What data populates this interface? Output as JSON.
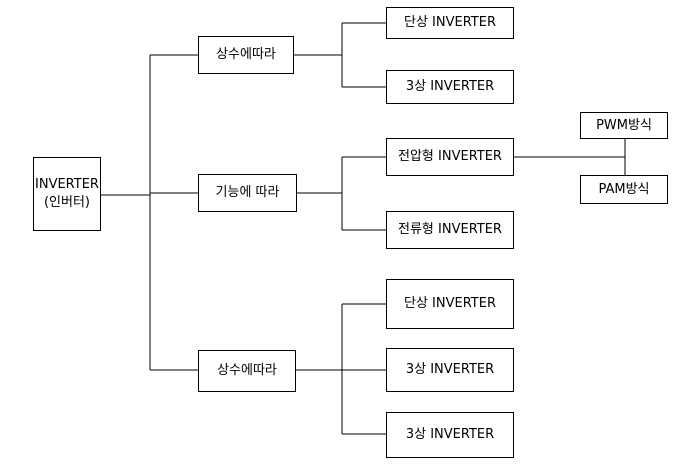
{
  "diagram": {
    "root": {
      "line1": "INVERTER",
      "line2": "(인버터)"
    },
    "branches": [
      {
        "label": "상수에따라",
        "children": [
          "단상 INVERTER",
          "3상 INVERTER"
        ]
      },
      {
        "label": "기능에 따라",
        "children": [
          "전압형 INVERTER",
          "전류형 INVERTER"
        ],
        "sub": [
          "PWM방식",
          "PAM방식"
        ]
      },
      {
        "label": "상수에따라",
        "children": [
          "단상 INVERTER",
          "3상 INVERTER",
          "3상 INVERTER"
        ]
      }
    ],
    "colors": {
      "line": "#000000",
      "box_border": "#000000",
      "background": "#ffffff",
      "text": "#000000"
    }
  }
}
